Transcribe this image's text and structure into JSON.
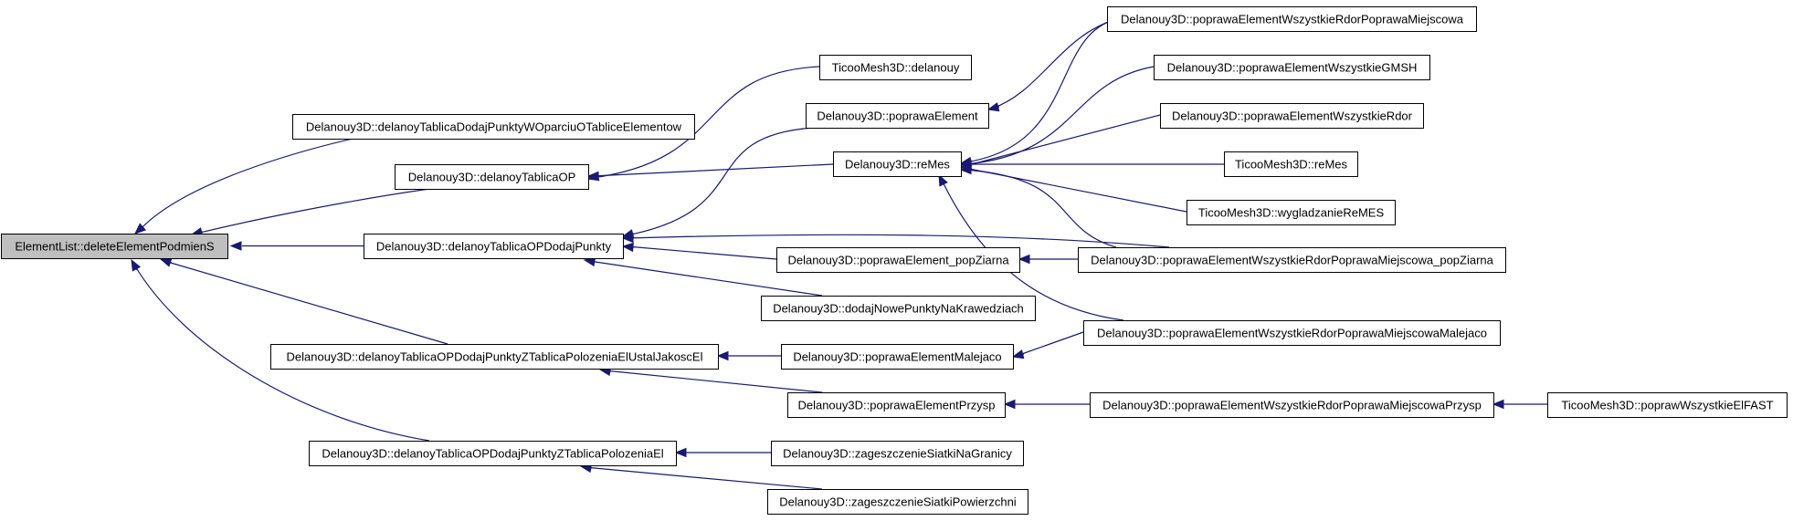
{
  "diagram": {
    "type": "call-graph",
    "edge_color": "#191970",
    "root_fill": "#bfbfbf",
    "nodes": [
      {
        "id": "n0",
        "label": "ElementList::deleteElementPodmienS",
        "root": true
      },
      {
        "id": "n1",
        "label": "Delanouy3D::delanoyTablicaDodajPunktyWOparciuOTabliceElementow"
      },
      {
        "id": "n2",
        "label": "Delanouy3D::delanoyTablicaOP"
      },
      {
        "id": "n3",
        "label": "Delanouy3D::delanoyTablicaOPDodajPunkty"
      },
      {
        "id": "n4",
        "label": "Delanouy3D::delanoyTablicaOPDodajPunktyZTablicaPolozeniaElUstalJakoscEl"
      },
      {
        "id": "n5",
        "label": "Delanouy3D::delanoyTablicaOPDodajPunktyZTablicaPolozeniaEl"
      },
      {
        "id": "n6",
        "label": "TicooMesh3D::delanouy"
      },
      {
        "id": "n7",
        "label": "Delanouy3D::poprawaElement"
      },
      {
        "id": "n8",
        "label": "Delanouy3D::reMes"
      },
      {
        "id": "n9",
        "label": "Delanouy3D::poprawaElement_popZiarna"
      },
      {
        "id": "n10",
        "label": "Delanouy3D::dodajNowePunktyNaKrawedziach"
      },
      {
        "id": "n11",
        "label": "Delanouy3D::poprawaElementMalejaco"
      },
      {
        "id": "n12",
        "label": "Delanouy3D::poprawaElementPrzysp"
      },
      {
        "id": "n13",
        "label": "Delanouy3D::zageszczenieSiatkiNaGranicy"
      },
      {
        "id": "n14",
        "label": "Delanouy3D::zageszczenieSiatkiPowierzchni"
      },
      {
        "id": "n15",
        "label": "Delanouy3D::poprawaElementWszystkieRdorPoprawaMiejscowa"
      },
      {
        "id": "n16",
        "label": "Delanouy3D::poprawaElementWszystkieGMSH"
      },
      {
        "id": "n17",
        "label": "Delanouy3D::poprawaElementWszystkieRdor"
      },
      {
        "id": "n18",
        "label": "TicooMesh3D::reMes"
      },
      {
        "id": "n19",
        "label": "TicooMesh3D::wygladzanieReMES"
      },
      {
        "id": "n20",
        "label": "Delanouy3D::poprawaElementWszystkieRdorPoprawaMiejscowa_popZiarna"
      },
      {
        "id": "n21",
        "label": "Delanouy3D::poprawaElementWszystkieRdorPoprawaMiejscowaMalejaco"
      },
      {
        "id": "n22",
        "label": "Delanouy3D::poprawaElementWszystkieRdorPoprawaMiejscowaPrzysp"
      },
      {
        "id": "n23",
        "label": "TicooMesh3D::poprawWszystkieElFAST"
      }
    ],
    "edges": [
      {
        "from": "n1",
        "to": "n0"
      },
      {
        "from": "n2",
        "to": "n0"
      },
      {
        "from": "n3",
        "to": "n0"
      },
      {
        "from": "n4",
        "to": "n0"
      },
      {
        "from": "n5",
        "to": "n0"
      },
      {
        "from": "n6",
        "to": "n2"
      },
      {
        "from": "n8",
        "to": "n2"
      },
      {
        "from": "n7",
        "to": "n3"
      },
      {
        "from": "n9",
        "to": "n3"
      },
      {
        "from": "n10",
        "to": "n3"
      },
      {
        "from": "n20",
        "to": "n3"
      },
      {
        "from": "n11",
        "to": "n4"
      },
      {
        "from": "n12",
        "to": "n4"
      },
      {
        "from": "n13",
        "to": "n5"
      },
      {
        "from": "n14",
        "to": "n5"
      },
      {
        "from": "n15",
        "to": "n7"
      },
      {
        "from": "n15",
        "to": "n8"
      },
      {
        "from": "n16",
        "to": "n8"
      },
      {
        "from": "n17",
        "to": "n8"
      },
      {
        "from": "n18",
        "to": "n8"
      },
      {
        "from": "n19",
        "to": "n8"
      },
      {
        "from": "n20",
        "to": "n8"
      },
      {
        "from": "n21",
        "to": "n8"
      },
      {
        "from": "n20",
        "to": "n9"
      },
      {
        "from": "n21",
        "to": "n11"
      },
      {
        "from": "n22",
        "to": "n12"
      },
      {
        "from": "n23",
        "to": "n22"
      }
    ]
  }
}
